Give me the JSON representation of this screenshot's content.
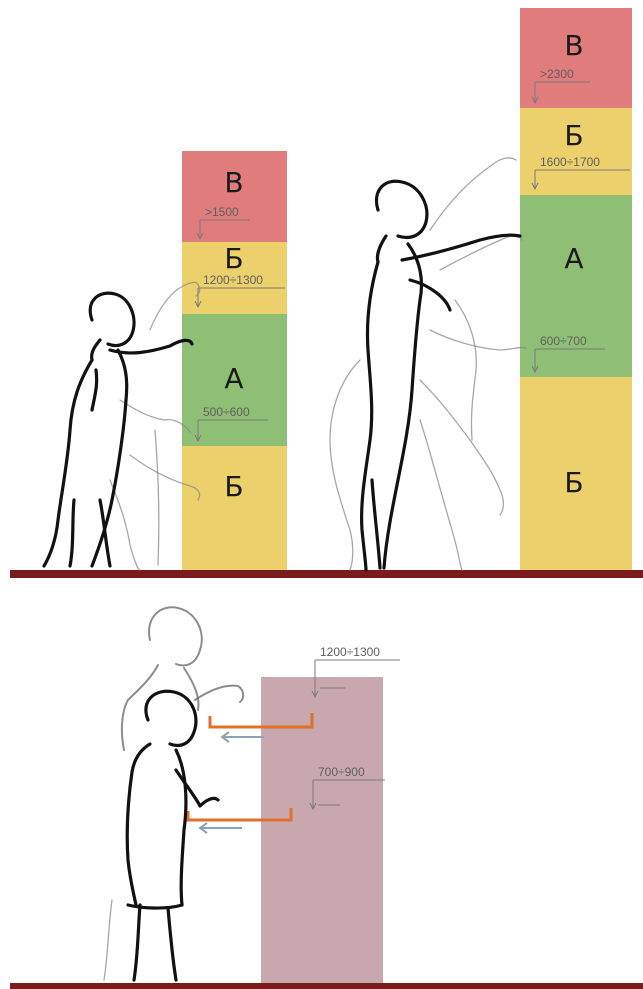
{
  "colors": {
    "zone_v": "#e07c7c",
    "zone_b": "#ecd06b",
    "zone_a": "#8fbf74",
    "floor": "#7b1c1c",
    "panel": "#c8a8ae",
    "reach_line": "#e0702a",
    "arrow": "#8aa3b8"
  },
  "top_left_column": {
    "zones": [
      {
        "letter": "В",
        "label": ">1500"
      },
      {
        "letter": "Б",
        "label": "1200÷1300"
      },
      {
        "letter": "А",
        "label": "500÷600"
      },
      {
        "letter": "Б",
        "label": ""
      }
    ]
  },
  "top_right_column": {
    "zones": [
      {
        "letter": "В",
        "label": ">2300"
      },
      {
        "letter": "Б",
        "label": "1600÷1700"
      },
      {
        "letter": "А",
        "label": "600÷700"
      },
      {
        "letter": "Б",
        "label": ""
      }
    ]
  },
  "bottom_panel": {
    "labels": [
      "1200÷1300",
      "700÷900"
    ]
  },
  "figures": [
    "child-small-figure",
    "adult-figure",
    "two-children-figure"
  ]
}
